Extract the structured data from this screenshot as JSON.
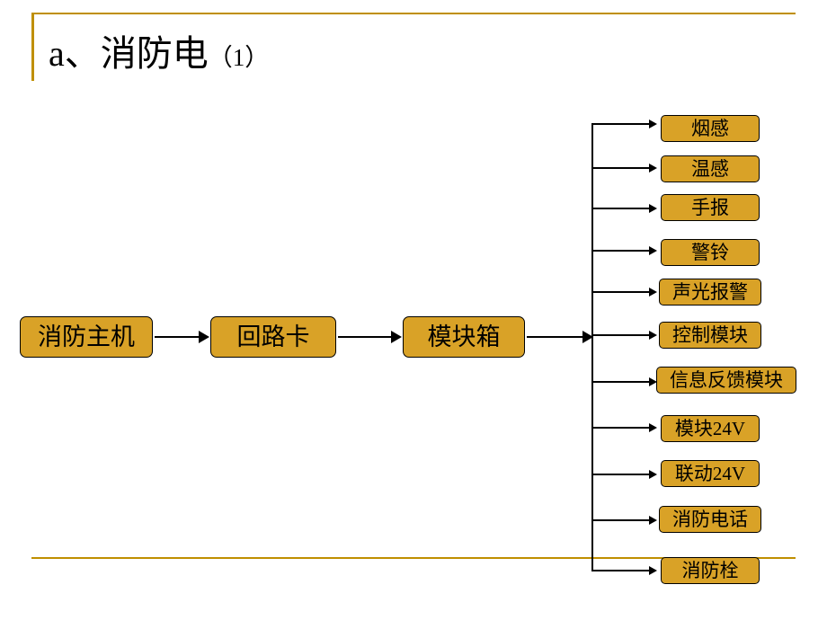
{
  "slide": {
    "title_main": "a、消防电",
    "title_suffix": "（1）",
    "accent_color": "#bf8f00",
    "node_fill": "#d9a227",
    "node_border": "#000000"
  },
  "diagram": {
    "type": "flow-tree",
    "main_chain": [
      {
        "label": "消防主机"
      },
      {
        "label": "回路卡"
      },
      {
        "label": "模块箱"
      }
    ],
    "branches": [
      {
        "label": "烟感"
      },
      {
        "label": "温感"
      },
      {
        "label": "手报"
      },
      {
        "label": "警铃"
      },
      {
        "label": "声光报警"
      },
      {
        "label": "控制模块"
      },
      {
        "label": "信息反馈模块"
      },
      {
        "label": "模块24V"
      },
      {
        "label": "联动24V"
      },
      {
        "label": "消防电话"
      },
      {
        "label": "消防栓"
      }
    ]
  }
}
